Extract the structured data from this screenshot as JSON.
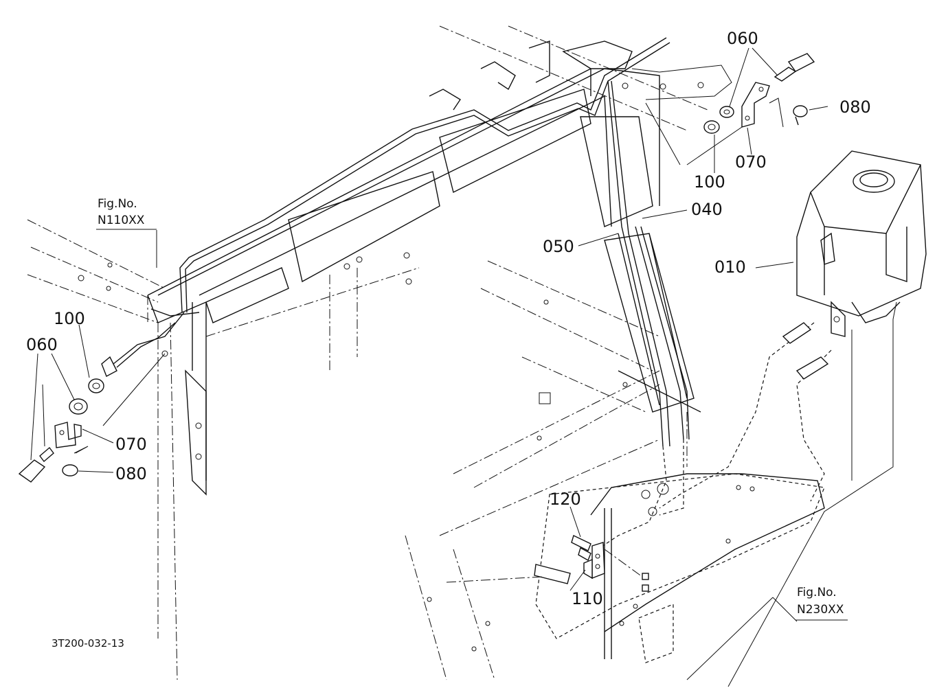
{
  "drawing_code": "3T200-032-13",
  "figure_refs": [
    {
      "line1": "Fig.No.",
      "line2": "N110XX"
    },
    {
      "line1": "Fig.No.",
      "line2": "N230XX"
    }
  ],
  "callouts": {
    "c010": "010",
    "c040": "040",
    "c050": "050",
    "c060_right": "060",
    "c060_left": "060",
    "c070_right": "070",
    "c070_left": "070",
    "c080_right": "080",
    "c080_left": "080",
    "c100_right": "100",
    "c100_left": "100",
    "c110": "110",
    "c120": "120"
  }
}
